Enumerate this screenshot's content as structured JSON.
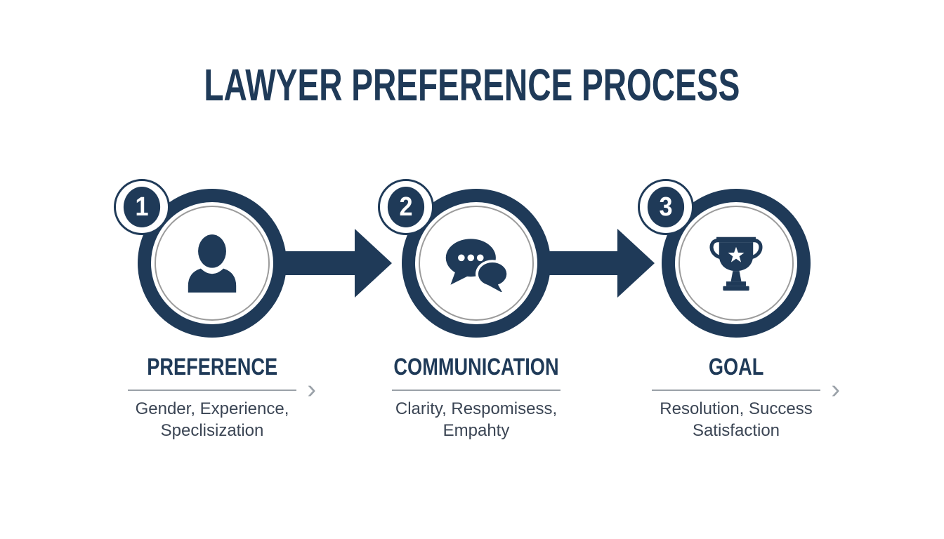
{
  "title": "LAWYER PREFERENCE PROCESS",
  "colors": {
    "navy": "#1f3a58",
    "line-gray": "#9aa1a8",
    "subtitle": "#3b4554",
    "ring-gray": "#9b9b9b",
    "bg": "#ffffff"
  },
  "chevron_glyph": "›",
  "steps": [
    {
      "number": "1",
      "icon": "person-icon",
      "title": "PREFERENCE",
      "description_line1": "Gender, Experience,",
      "description_line2": "Speclisization",
      "has_chevron": true
    },
    {
      "number": "2",
      "icon": "chat-bubbles-icon",
      "title": "COMMUNICATION",
      "description_line1": "Clarity, Respomisess,",
      "description_line2": "Empahty",
      "has_chevron": false
    },
    {
      "number": "3",
      "icon": "trophy-icon",
      "title": "GOAL",
      "description_line1": "Resolution, Success",
      "description_line2": "Satisfaction",
      "has_chevron": true
    }
  ]
}
